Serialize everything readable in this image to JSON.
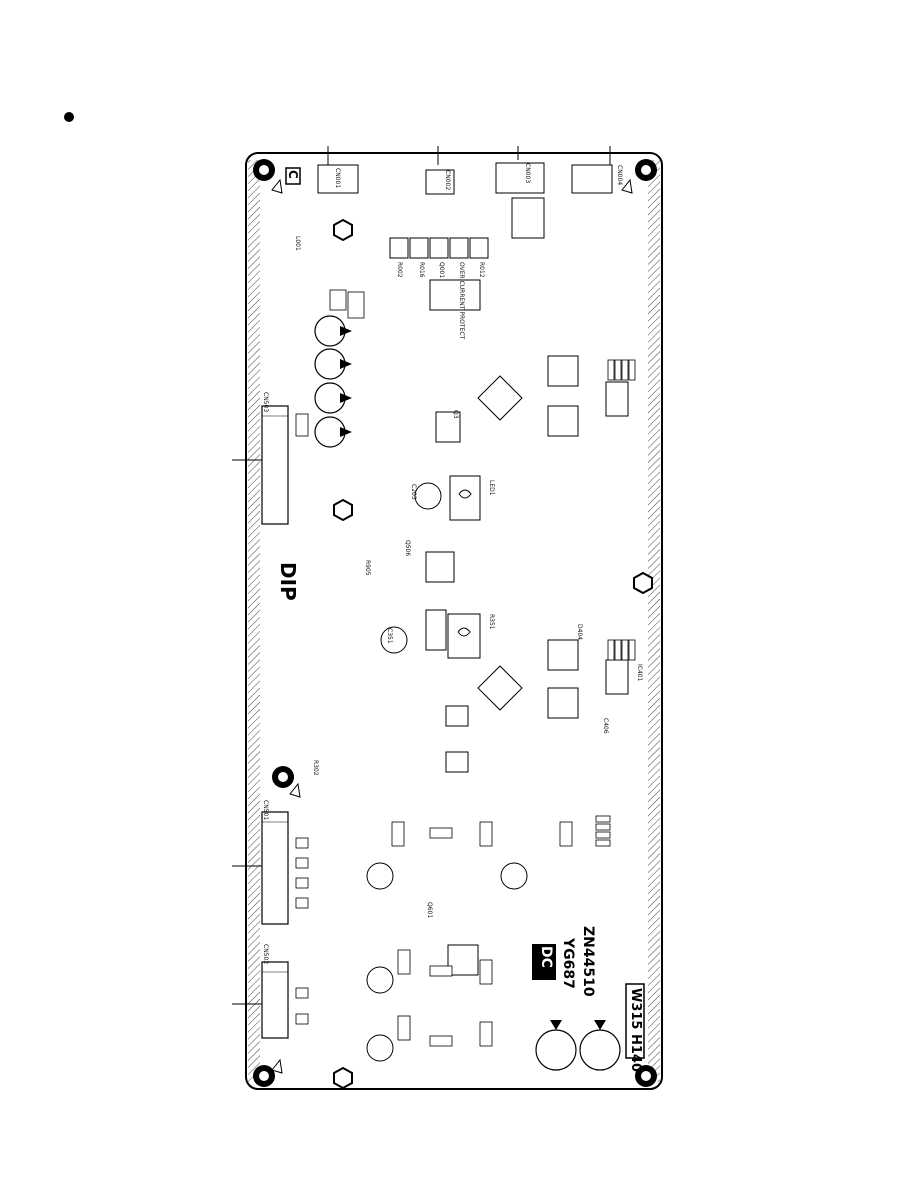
{
  "board": {
    "markings": {
      "dc": "DC",
      "yg": "YG687",
      "zn": "ZN44510",
      "dip": "DIP",
      "size": "W315 H140",
      "c_badge": "C"
    },
    "connectors_top": [
      "CN001",
      "CN002",
      "CN003",
      "CN004"
    ],
    "labels": {
      "current_protect": "OVER CURRENT PROTECT",
      "misc1": "R002",
      "misc2": "R016",
      "misc3": "Q001",
      "misc4": "R012",
      "misc5": "Q3",
      "misc6": "LED1",
      "misc7": "C203",
      "misc8": "R351",
      "misc9": "Q506",
      "misc10": "R905",
      "misc11": "C351",
      "misc12": "L001",
      "misc13": "D404",
      "misc14": "IC401",
      "misc15": "C406",
      "misc16": "Q601",
      "misc17": "R302",
      "misc18": "CN501",
      "misc19": "CN502",
      "misc20": "CN503"
    }
  }
}
